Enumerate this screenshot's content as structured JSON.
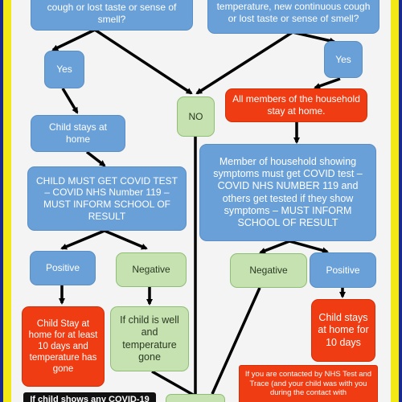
{
  "colors": {
    "outer_border": "#1a2a8c",
    "yellow_border": "#f2e816",
    "background": "#f4f4f4",
    "blue_box": "#6aa0d8",
    "green_box": "#c6e2b0",
    "red_box": "#f03c12",
    "arrow": "#000000"
  },
  "top_left_question": "cough or lost taste or sense of smell?",
  "top_right_question": "temperature, new continuous cough or lost taste or sense of smell?",
  "yes_left": "Yes",
  "yes_right": "Yes",
  "no": "NO",
  "child_stays_home": "Child stays at home",
  "household_stay_home": "All members of the household stay at home.",
  "child_must_test": "CHILD MUST GET COVID TEST – COVID NHS Number 119 – MUST INFORM SCHOOL OF RESULT",
  "household_must_test": "Member of household showing symptoms  must get COVID test –  COVID NHS NUMBER 119 and others get tested if they show symptoms – MUST INFORM SCHOOL OF RESULT",
  "positive_left": "Positive",
  "negative_left": "Negative",
  "negative_right": "Negative",
  "positive_right": "Positive",
  "child_stay_10_days": "Child Stay at home for at least 10 days and temperature has gone",
  "child_well": "If child is well and temperature gone",
  "child_stays_10_days_right": "Child stays at home for 10 days",
  "nhs_contact_note": "If you are contacted by NHS Test and Trace (and your child was with you during the contact with",
  "bottom_black_note": "If child shows any COVID-19"
}
